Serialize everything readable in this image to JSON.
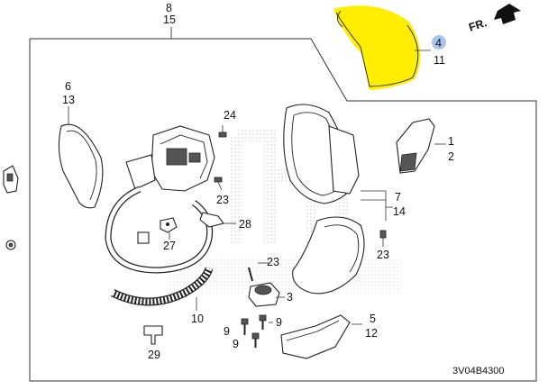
{
  "callouts": {
    "c8_15": [
      "8",
      "15"
    ],
    "c4_11": [
      "4",
      "11"
    ],
    "c6_13": [
      "6",
      "13"
    ],
    "c24": "24",
    "c1_2": [
      "1",
      "2"
    ],
    "c7_14": [
      "7",
      "14"
    ],
    "c23a": "23",
    "c28": "28",
    "c27": "27",
    "c23b": "23",
    "c23c": "23",
    "c3": "3",
    "c10": "10",
    "c9": [
      "9",
      "9",
      "9"
    ],
    "c5_12": [
      "5",
      "12"
    ],
    "c29": "29"
  },
  "direction_arrow": "FR.",
  "diagram_code": "3V04B4300",
  "highlight": {
    "part": "4",
    "color": "#ffee00",
    "marker_color": "#a9c4f0"
  }
}
